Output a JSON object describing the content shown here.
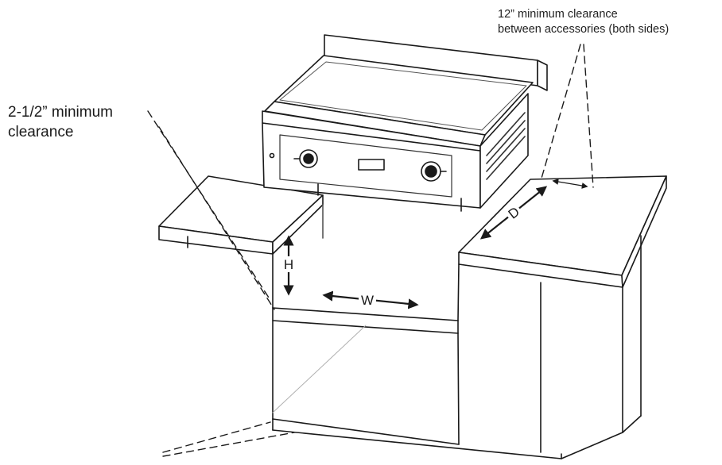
{
  "annotations": {
    "side_clearance": {
      "line1": "2-1/2” minimum",
      "line2": "clearance"
    },
    "accessory_clearance": {
      "line1": "12” minimum clearance",
      "line2": "between accessories (both sides)"
    }
  },
  "dimensions": {
    "height": "H",
    "width": "W",
    "depth": "D"
  },
  "colors": {
    "line": "#1a1a1a",
    "faint_line": "#9a9a9a",
    "background": "#ffffff"
  }
}
